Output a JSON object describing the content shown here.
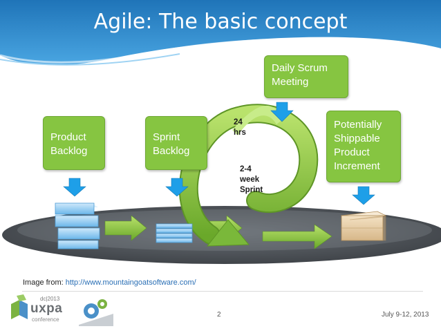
{
  "slide": {
    "title": "Agile: The basic concept",
    "page_number": "2",
    "date": "July 9-12, 2013"
  },
  "boxes": {
    "product_backlog": [
      "Product",
      "Backlog"
    ],
    "sprint_backlog": [
      "Sprint",
      "Backlog"
    ],
    "daily_scrum": [
      "Daily Scrum",
      "Meeting"
    ],
    "increment": [
      "Potentially",
      "Shippable",
      "Product",
      "Increment"
    ]
  },
  "labels": {
    "hours": [
      "24",
      "hrs"
    ],
    "sprint": [
      "2-4",
      "week",
      "Sprint"
    ]
  },
  "credit": {
    "prefix": "Image from: ",
    "url_text": "http://www.mountaingoatsoftware.com/"
  },
  "logo": {
    "main": "uxpa",
    "sub": "conference",
    "tag": "dc|2013"
  },
  "colors": {
    "header_blue": "#2f86c8",
    "box_green": "#86c541",
    "arrow_blue": "#1e9fe8",
    "disc_gray": "#555a5f"
  }
}
